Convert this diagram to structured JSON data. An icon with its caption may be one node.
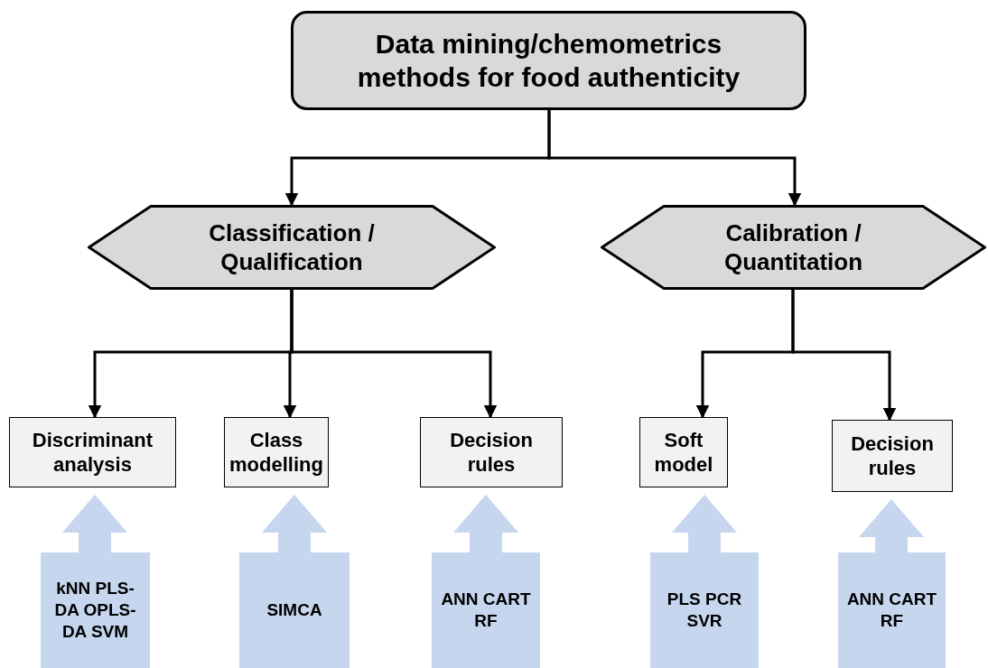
{
  "diagram": {
    "nodes": [
      {
        "text": [
          "Data mining/chemometrics methods for food authenticity"
        ]
      },
      {
        "text": [
          "Classification / Qualification"
        ]
      },
      {
        "text": [
          "Calibration / Quantitation"
        ]
      },
      {
        "text": [
          "Discriminant analysis"
        ]
      },
      {
        "text": [
          "Class modelling"
        ]
      },
      {
        "text": [
          "Decision rules"
        ]
      },
      {
        "text": [
          "Soft model"
        ]
      },
      {
        "text": [
          "Decision rules"
        ]
      },
      {
        "text": [
          "kNN PLS-DA OPLS-DA SVM"
        ]
      },
      {
        "text": [
          "SIMCA"
        ]
      },
      {
        "text": [
          "ANN CART RF"
        ]
      },
      {
        "text": [
          "PLS PCR SVR"
        ]
      },
      {
        "text": [
          "ANN CART RF"
        ]
      }
    ],
    "edges": [
      {
        "from": 0,
        "to": 1,
        "arrow": "to"
      },
      {
        "from": 0,
        "to": 2,
        "arrow": "to"
      },
      {
        "from": 1,
        "to": 3,
        "arrow": "to"
      },
      {
        "from": 1,
        "to": 4,
        "arrow": "to"
      },
      {
        "from": 1,
        "to": 5,
        "arrow": "to"
      },
      {
        "from": 2,
        "to": 6,
        "arrow": "to"
      },
      {
        "from": 2,
        "to": 7,
        "arrow": "to"
      },
      {
        "from": 8,
        "to": 3,
        "arrow": "to",
        "style": "thick",
        "color": "#c5d6ee"
      },
      {
        "from": 9,
        "to": 4,
        "arrow": "to",
        "style": "thick",
        "color": "#c5d6ee"
      },
      {
        "from": 10,
        "to": 5,
        "arrow": "to",
        "style": "thick",
        "color": "#c5d6ee"
      },
      {
        "from": 11,
        "to": 6,
        "arrow": "to",
        "style": "thick",
        "color": "#c5d6ee"
      },
      {
        "from": 12,
        "to": 7,
        "arrow": "to",
        "style": "thick",
        "color": "#c5d6ee"
      }
    ]
  }
}
